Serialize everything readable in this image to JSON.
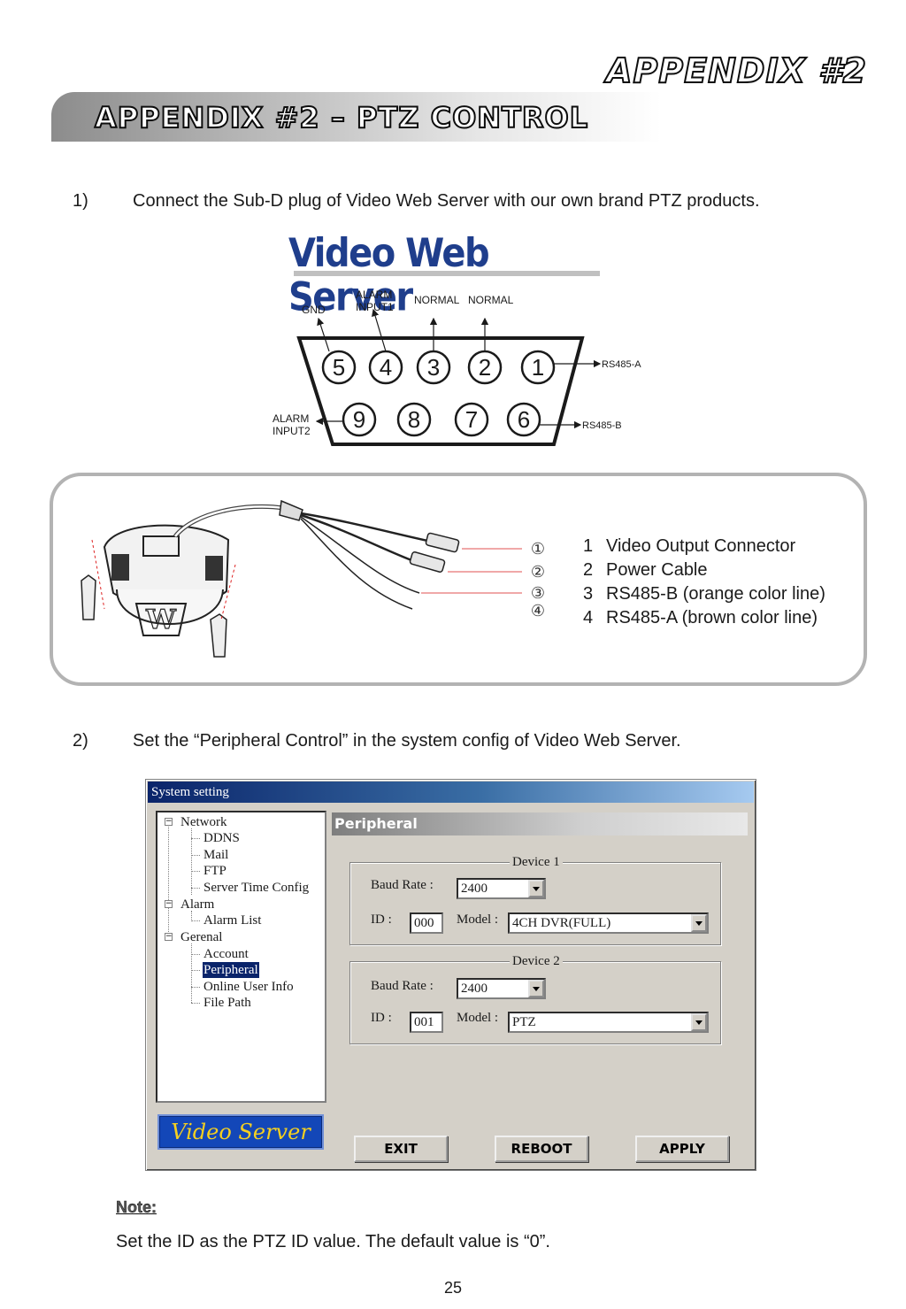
{
  "header": {
    "appendix": "APPENDIX #2",
    "title": "APPENDIX #2 – PTZ CONTROL"
  },
  "step1": {
    "num": "1)",
    "text": "Connect the Sub-D plug of Video Web Server with our own brand PTZ products."
  },
  "connector": {
    "logo": "Video Web Server",
    "labels": {
      "gnd": "GND",
      "alarm1_a": "ALARM",
      "alarm1_b": "INPUT1",
      "normal1": "NORMAL",
      "normal2": "NORMAL",
      "rs485a": "RS485-A",
      "rs485b": "RS485-B",
      "alarm2_a": "ALARM",
      "alarm2_b": "INPUT2"
    },
    "pins_top": [
      "5",
      "4",
      "3",
      "2",
      "1"
    ],
    "pins_bottom": [
      "9",
      "8",
      "7",
      "6"
    ]
  },
  "cable": {
    "markers": [
      "①",
      "②",
      "③",
      "④"
    ],
    "items": [
      {
        "n": "1",
        "label": "Video Output Connector"
      },
      {
        "n": "2",
        "label": "Power Cable"
      },
      {
        "n": "3",
        "label": "RS485-B (orange color line)"
      },
      {
        "n": "4",
        "label": "RS485-A (brown color line)"
      }
    ]
  },
  "step2": {
    "num": "2)",
    "text": "Set the “Peripheral Control” in the system config of Video Web Server."
  },
  "window": {
    "title": "System setting",
    "tree": {
      "network": "Network",
      "ddns": "DDNS",
      "mail": "Mail",
      "ftp": "FTP",
      "server_time": "Server Time Config",
      "alarm": "Alarm",
      "alarm_list": "Alarm List",
      "general": "Gerenal",
      "account": "Account",
      "peripheral": "Peripheral",
      "online_user": "Online User Info",
      "file_path": "File Path",
      "expander": "−"
    },
    "logo": "Video Server",
    "panel_title": "Peripheral",
    "device1": {
      "legend": "Device 1",
      "baud_label": "Baud Rate :",
      "baud_value": "2400",
      "id_label": "ID :",
      "id_value": "000",
      "model_label": "Model :",
      "model_value": "4CH DVR(FULL)"
    },
    "device2": {
      "legend": "Device 2",
      "baud_label": "Baud Rate :",
      "baud_value": "2400",
      "id_label": "ID :",
      "id_value": "001",
      "model_label": "Model :",
      "model_value": "PTZ"
    },
    "buttons": {
      "exit": "EXIT",
      "reboot": "REBOOT",
      "apply": "APPLY"
    }
  },
  "note": {
    "heading": "Note:",
    "text": "Set the ID as the PTZ ID value. The default value is “0”."
  },
  "page_number": "25"
}
